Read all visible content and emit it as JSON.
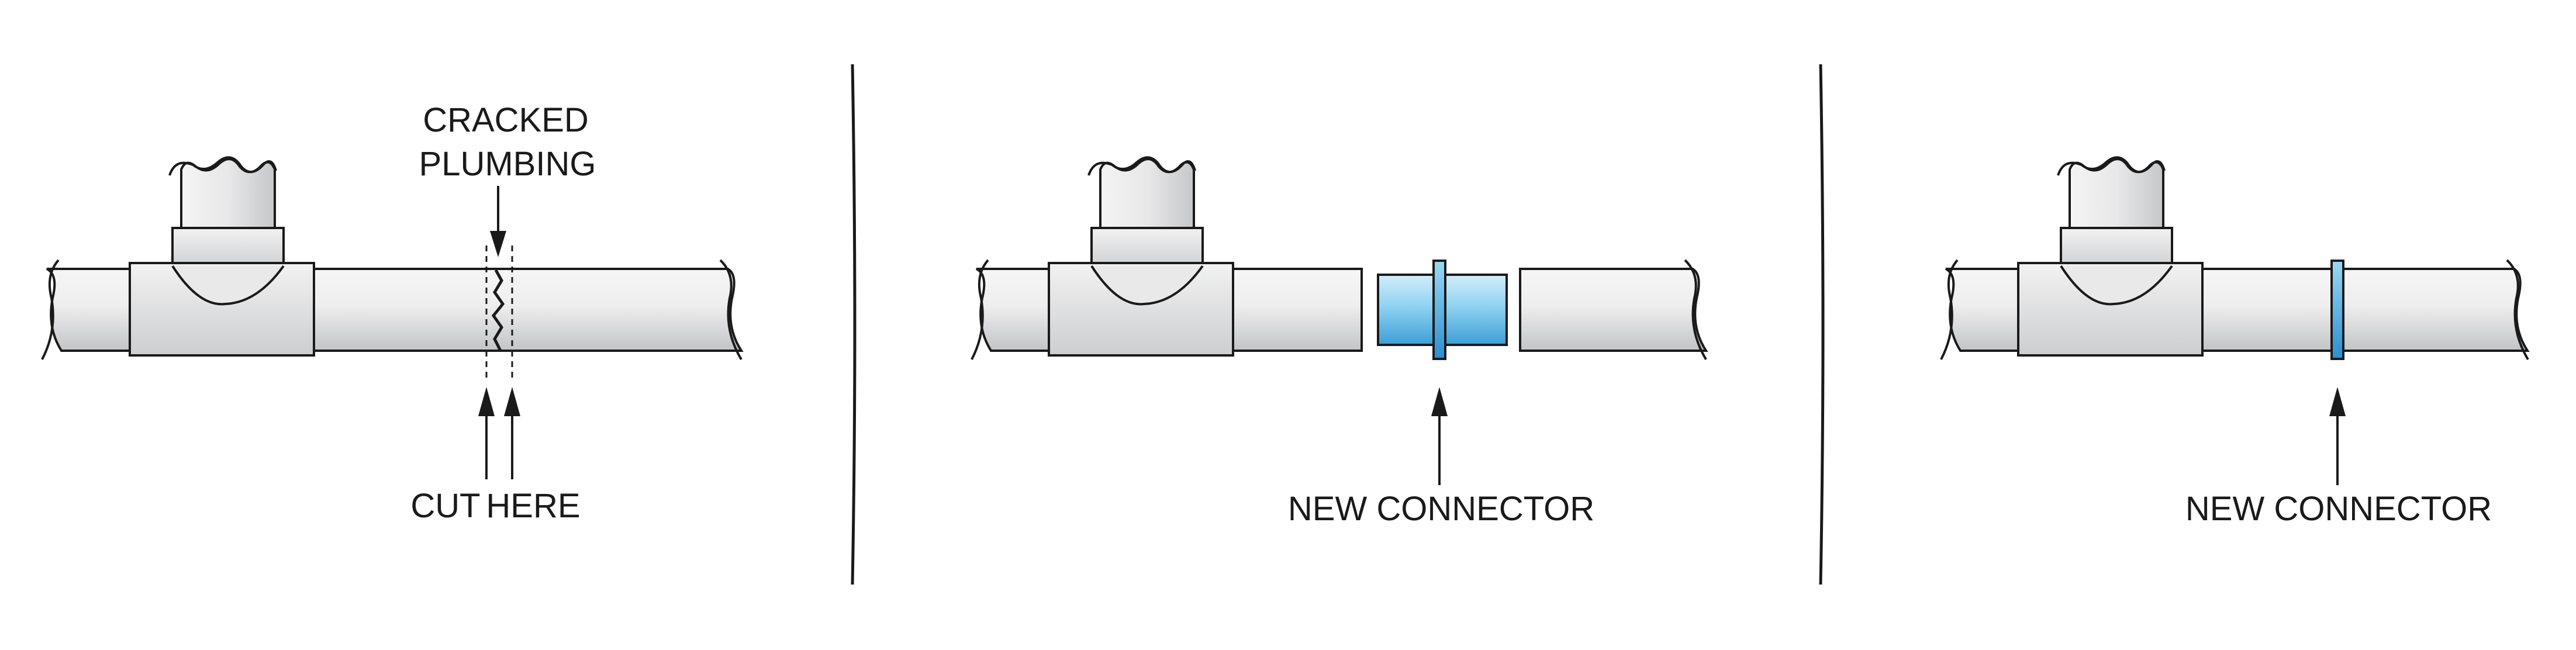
{
  "panel1": {
    "label_top_line1": "CRACKED",
    "label_top_line2": "PLUMBING",
    "label_bottom_cut": "CUT",
    "label_bottom_here": "HERE"
  },
  "panel2": {
    "label": "NEW CONNECTOR"
  },
  "panel3": {
    "label": "NEW CONNECTOR"
  },
  "colors": {
    "pipe_light": "#f4f4f4",
    "pipe_mid": "#d9dadb",
    "pipe_dark": "#bfc0c2",
    "connector_light": "#bfe6f8",
    "connector_mid": "#6cc2ea",
    "connector_dark": "#2a8fcf",
    "stroke": "#1a1a1a"
  }
}
